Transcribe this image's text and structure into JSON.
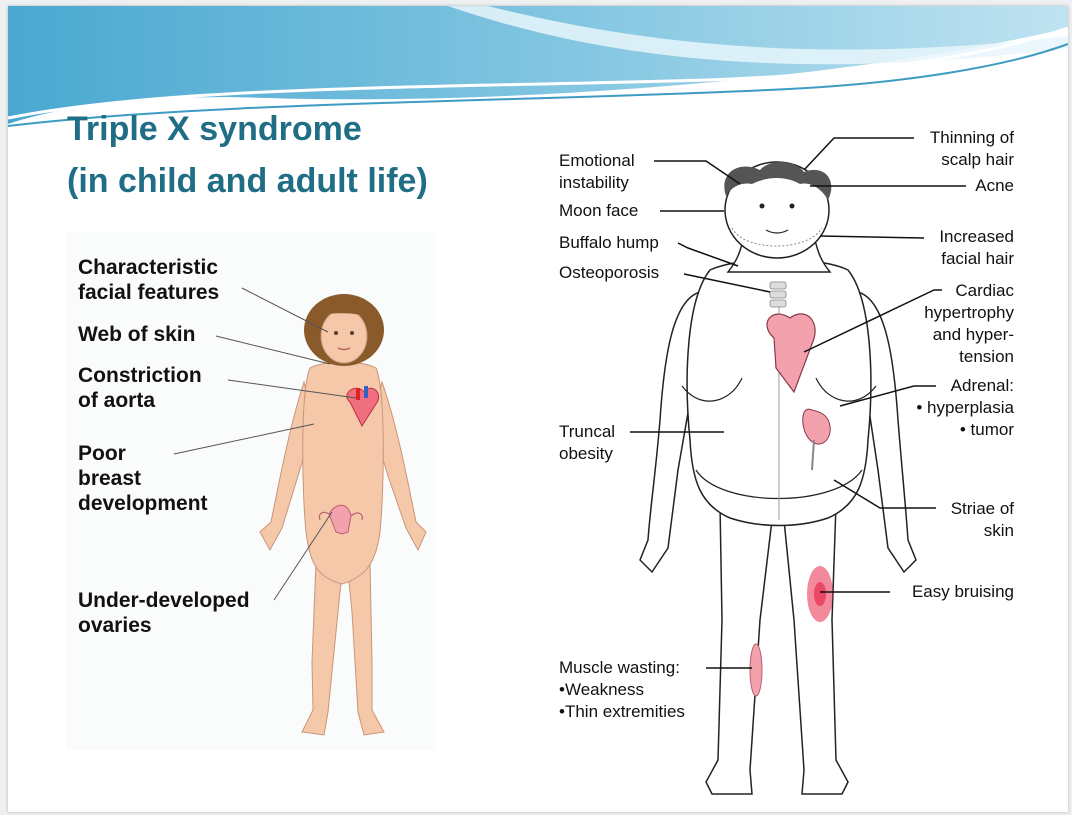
{
  "title": "Triple X syndrome",
  "subtitle": "(in child and adult life)",
  "child_labels": {
    "facial_features": "Characteristic\nfacial features",
    "web_of_skin": "Web of skin",
    "constriction_of_aorta": "Constriction\nof aorta",
    "poor_breast_development": "Poor\nbreast\ndevelopment",
    "underdeveloped_ovaries": "Under-developed\novaries"
  },
  "adult_labels": {
    "emotional_instability": "Emotional\ninstability",
    "moon_face": "Moon face",
    "buffalo_hump": "Buffalo hump",
    "osteoporosis": "Osteoporosis",
    "truncal_obesity": "Truncal\nobesity",
    "muscle_wasting": "Muscle wasting:\n•Weakness\n•Thin extremities",
    "thinning_scalp_hair": "Thinning of\nscalp hair",
    "acne": "Acne",
    "increased_facial_hair": "Increased\nfacial hair",
    "cardiac": "Cardiac\nhypertrophy\nand hyper-\ntension",
    "adrenal": "Adrenal:\n• hyperplasia\n• tumor",
    "striae": "Striae of\nskin",
    "easy_bruising": "Easy bruising"
  },
  "colors": {
    "title": "#1f6e86",
    "banner_light": "#cfeaf4",
    "banner_dark": "#56b3d6",
    "child_skin": "#f6c8aa",
    "child_hair": "#8b5a2b",
    "organ_pink": "#f2a1ad",
    "bruise": "#e8294b"
  }
}
